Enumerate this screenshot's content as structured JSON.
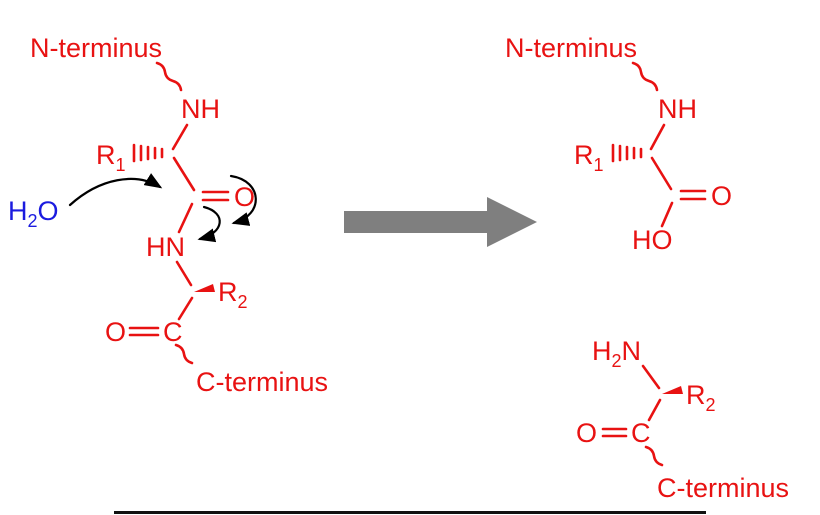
{
  "colors": {
    "structure": "#e81212",
    "water": "#1b1bdf",
    "mechanism": "#000000",
    "reaction-arrow": "#7f7f7f",
    "background": "#ffffff",
    "edge": "#111111"
  },
  "reactant": {
    "n_terminus": "N-terminus",
    "nh": "NH",
    "r1": {
      "base": "R",
      "sub": "1"
    },
    "amide_o": "O",
    "hn": "HN",
    "r2": {
      "base": "R",
      "sub": "2"
    },
    "carbonyl_c": "C",
    "carbonyl_o": "O",
    "c_terminus": "C-terminus"
  },
  "water": {
    "h": "H",
    "sub": "2",
    "o": "O"
  },
  "product_top": {
    "n_terminus": "N-terminus",
    "nh": "NH",
    "r1": {
      "base": "R",
      "sub": "1"
    },
    "o": "O",
    "ho": "HO"
  },
  "product_bottom": {
    "h2n": {
      "h": "H",
      "sub": "2",
      "n": "N"
    },
    "r2": {
      "base": "R",
      "sub": "2"
    },
    "c": "C",
    "o": "O",
    "c_terminus": "C-terminus"
  }
}
